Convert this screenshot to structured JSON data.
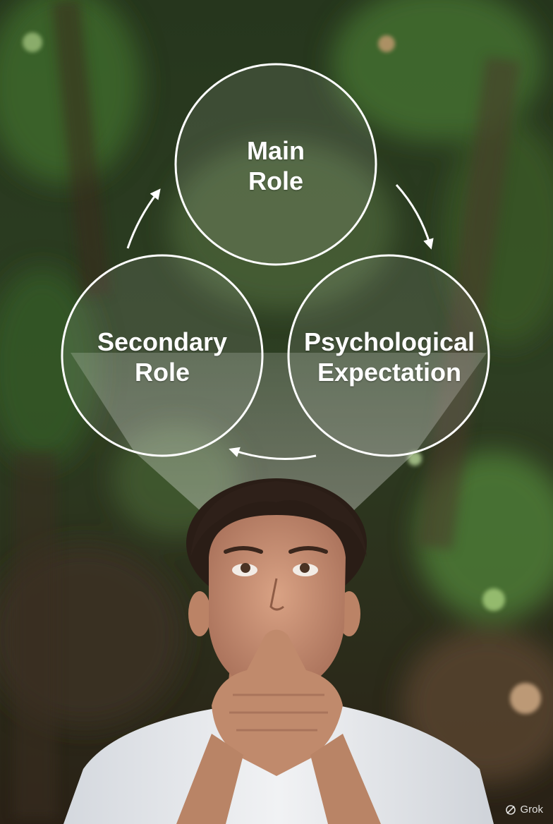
{
  "diagram": {
    "circles": [
      {
        "id": "main",
        "label": "Main\nRole"
      },
      {
        "id": "psych",
        "label": "Psychological\nExpectation"
      },
      {
        "id": "secondary",
        "label": "Secondary\nRole"
      }
    ],
    "arrows": [
      "main-to-psych",
      "psych-to-secondary",
      "secondary-to-main"
    ]
  },
  "watermark": {
    "text": "Grok",
    "icon": "grok-logo-icon"
  },
  "colors": {
    "line": "#ffffff",
    "foliage": "#2f4a22",
    "shirt": "#e9ebef",
    "skin": "#c58f6f",
    "hair": "#2a1d16"
  }
}
